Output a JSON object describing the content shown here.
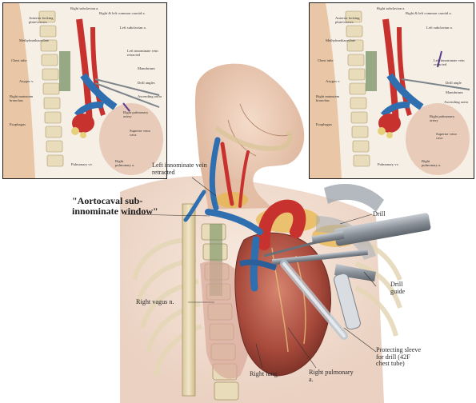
{
  "main": {
    "labels": {
      "left_innominate_vein": "Left innominate vein retracted",
      "aortocaval_window": "\"Aortocaval sub-innominate window\"",
      "drill": "Drill",
      "drill_guide": "Drill guide",
      "right_vagus": "Right vagus n.",
      "right_lung": "Right lung",
      "right_pulmonary_a": "Right pulmonary a.",
      "protecting_sleeve": "Protecting sleeve for drill (42F chest tube)"
    }
  },
  "inset_left": {
    "labels": {
      "right_subclavian": "Right subclavian a.",
      "right_left_carotid": "Right & left common carotid a.",
      "anterior_plate": "Anterior locking plate/screws",
      "methylmethacrylate": "Methylmethacrylate",
      "left_subclavian": "Left subclavian a.",
      "chest_tube": "Chest tube",
      "left_innominate": "Left innominate vein retracted",
      "manubrium": "Manubrium",
      "drill_angles": "Drill angles",
      "azygos": "Azygos v.",
      "ascending_aorta": "Ascending aorta",
      "right_mainstem": "Right mainstem bronchus",
      "right_pulm_artery": "Right pulmonary artery",
      "superior_vena_cava": "Superior vena cava",
      "esophagus": "Esophagus",
      "pulmonary_vv": "Pulmonary vv.",
      "right_pulmonary_a": "Right pulmonary a."
    }
  },
  "inset_right": {
    "labels": {
      "right_subclavian": "Right subclavian a.",
      "right_left_carotid": "Right & left common carotid a.",
      "anterior_plate": "Anterior locking plate/screws",
      "methylmethacrylate": "Methylmethacrylate",
      "left_subclavian": "Left subclavian a.",
      "chest_tube": "Chest tube",
      "left_innominate": "Left innominate vein retracted",
      "manubrium": "Manubrium",
      "drill_angle": "Drill angle",
      "azygos": "Azygos v.",
      "ascending_aorta": "Ascending aorta",
      "right_mainstem": "Right mainstem bronchus",
      "right_pulm_artery": "Right pulmonary artery",
      "superior_vena_cava": "Superior vena cava",
      "esophagus": "Esophagus",
      "pulmonary_vv": "Pulmonary vv.",
      "right_pulmonary_a": "Right pulmonary a."
    }
  },
  "colors": {
    "artery": "#c8322e",
    "vein": "#2f6fb0",
    "bone": "#e7d9b3",
    "skin": "#ecc9b2",
    "heart": "#b7584a",
    "fat": "#e9b84a",
    "instrument": "#8d949c"
  }
}
